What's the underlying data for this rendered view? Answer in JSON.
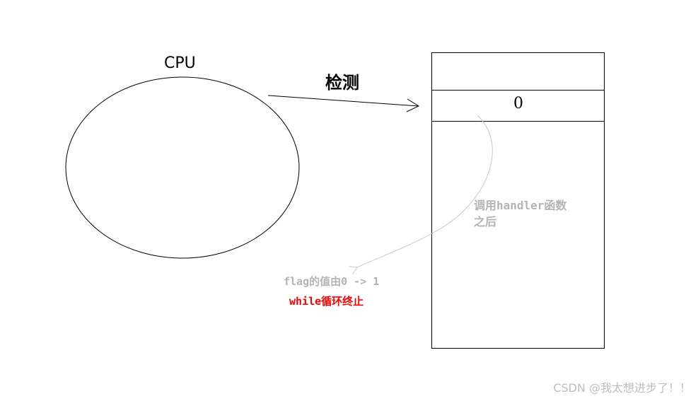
{
  "diagram": {
    "cpu_label": "CPU",
    "detect_label": "检测",
    "memory_cell_value": "0",
    "handler_note_line1": "调用handler函数",
    "handler_note_line2": "之后",
    "flag_note": "flag的值由0 -> 1",
    "while_note": "while循环终止"
  },
  "watermark": "CSDN @我太想进步了！！",
  "colors": {
    "stroke": "#000000",
    "note_gray": "#b3b3b3",
    "alert_red": "#ff0000",
    "curve_gray": "#c8c8c8"
  }
}
